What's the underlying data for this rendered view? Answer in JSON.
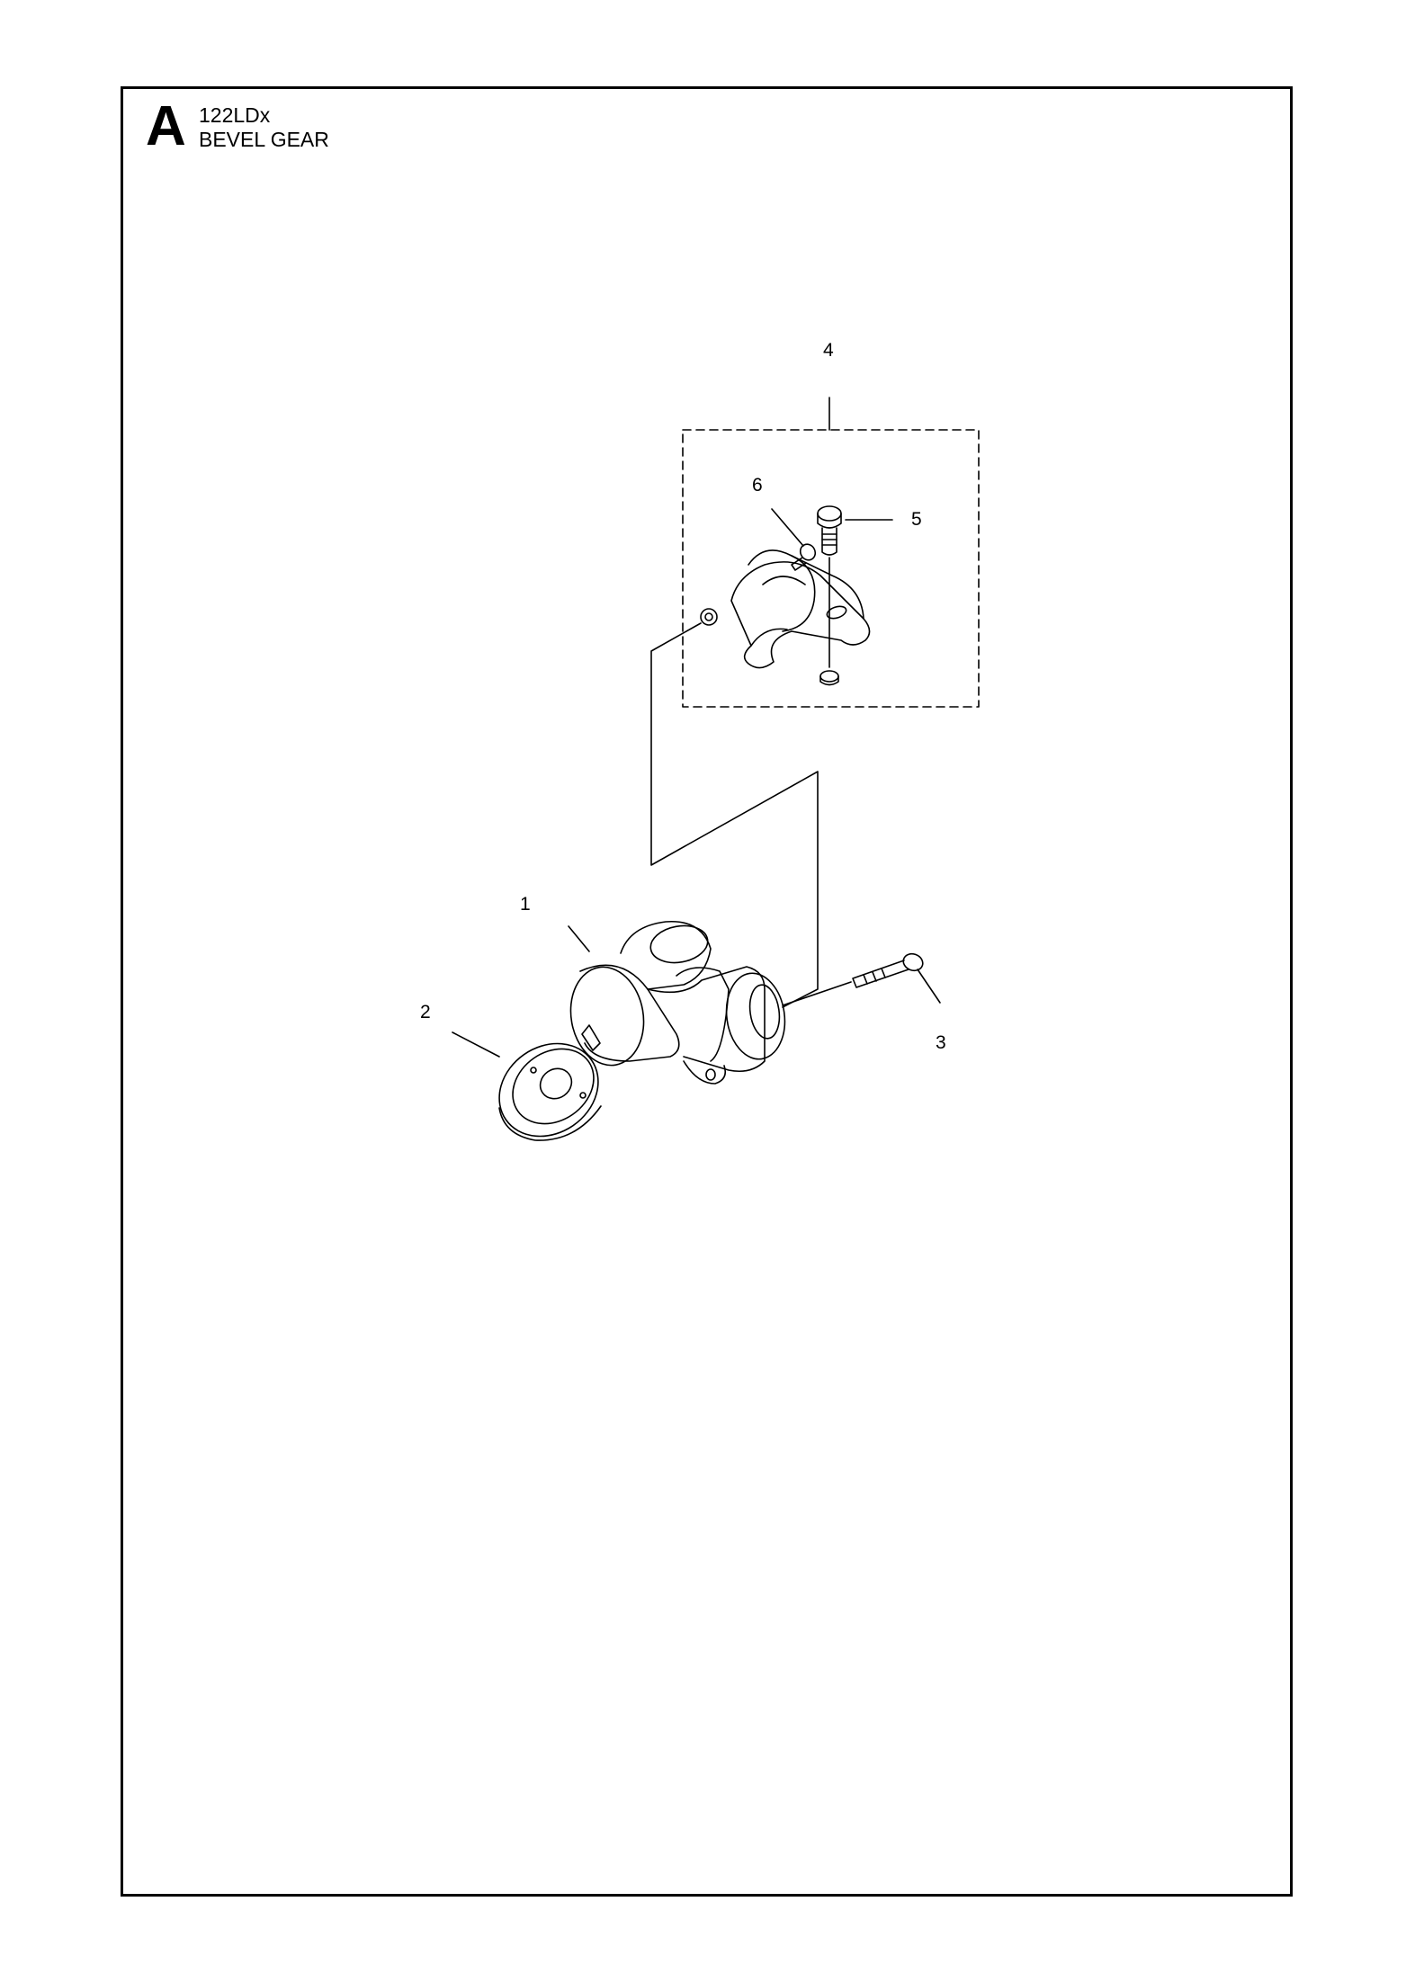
{
  "header": {
    "section": "A",
    "model": "122LDx",
    "title": "BEVEL GEAR"
  },
  "callouts": {
    "c1": "1",
    "c2": "2",
    "c3": "3",
    "c4": "4",
    "c5": "5",
    "c6": "6"
  }
}
